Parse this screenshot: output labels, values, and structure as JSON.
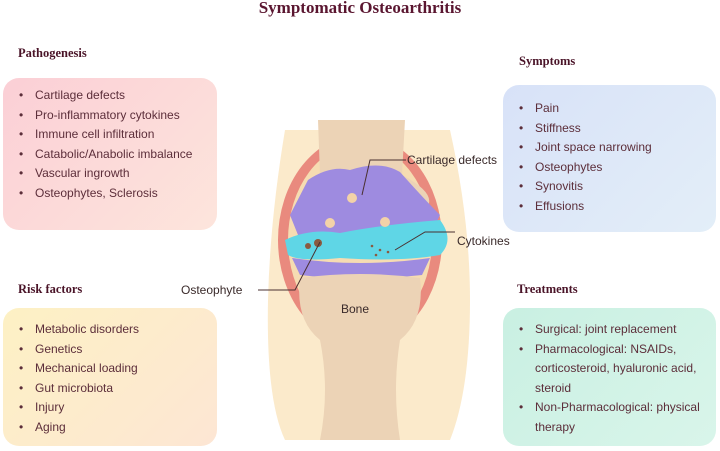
{
  "title": "Symptomatic Osteoarthritis",
  "pathogenesis": {
    "heading": "Pathogenesis",
    "items": [
      "Cartilage defects",
      "Pro-inflammatory cytokines",
      "Immune cell infiltration",
      "Catabolic/Anabolic imbalance",
      "Vascular ingrowth",
      "Osteophytes, Sclerosis"
    ]
  },
  "symptoms": {
    "heading": "Symptoms",
    "items": [
      "Pain",
      "Stiffness",
      "Joint space narrowing",
      "Osteophytes",
      "Synovitis",
      "Effusions"
    ]
  },
  "risk": {
    "heading": "Risk factors",
    "items": [
      "Metabolic disorders",
      "Genetics",
      "Mechanical loading",
      "Gut microbiota",
      "Injury",
      "Aging"
    ]
  },
  "treatments": {
    "heading": "Treatments",
    "items": [
      "Surgical: joint replacement",
      "Pharmacological: NSAIDs, corticosteroid, hyaluronic acid, steroid",
      "Non-Pharmacological: physical therapy"
    ]
  },
  "labels": {
    "cartilage": "Cartilage defects",
    "cytokines": "Cytokines",
    "osteophyte": "Osteophyte",
    "bone": "Bone"
  }
}
